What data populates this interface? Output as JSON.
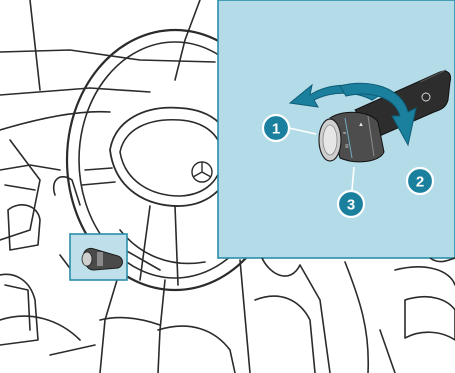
{
  "colors": {
    "callout_panel": "#b4dbe8",
    "callout_border": "#2a8ea8",
    "badge_fill": "#1b7f9e",
    "badge_text": "#ffffff",
    "arrow_fill": "#1b7f9e",
    "line_art": "#2b2b2b"
  },
  "illustration": {
    "background_scene": "car-interior-steering-wheel",
    "detail_subject": "combination-switch-stalk"
  },
  "callouts": [
    {
      "id": "1",
      "label": "1"
    },
    {
      "id": "2",
      "label": "2"
    },
    {
      "id": "3",
      "label": "3"
    }
  ]
}
